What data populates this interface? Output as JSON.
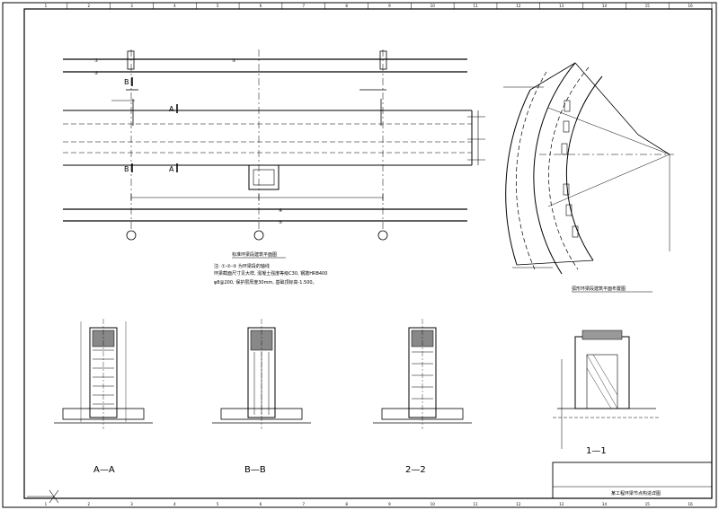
{
  "drawing": {
    "title_plan": "标准环梁段建筑平面图",
    "note_line1": "注: ①-②-③ 为环梁段的轴线",
    "note_line2": "环梁截面尺寸见大样, 混凝土强度等级C30, 钢筋HRB400",
    "note_line3": "φ8@200, 保护层厚度30mm, 基础顶标高-1.500。",
    "title_curved": "弧形环梁段建筑平面布置图",
    "section_labels": [
      "A—A",
      "B—B",
      "2—2",
      "1—1"
    ],
    "section_marks": [
      "A",
      "B"
    ],
    "axis_labels": [
      "①",
      "②",
      "③",
      "④",
      "⑤"
    ],
    "ruler_numbers": [
      "1",
      "2",
      "3",
      "4",
      "5",
      "6",
      "7",
      "8",
      "9",
      "10",
      "11",
      "12",
      "13",
      "14",
      "15",
      "16"
    ],
    "title_block": "某工程环梁节点构造详图"
  },
  "colors": {
    "line": "#000000",
    "paper": "#ffffff"
  }
}
